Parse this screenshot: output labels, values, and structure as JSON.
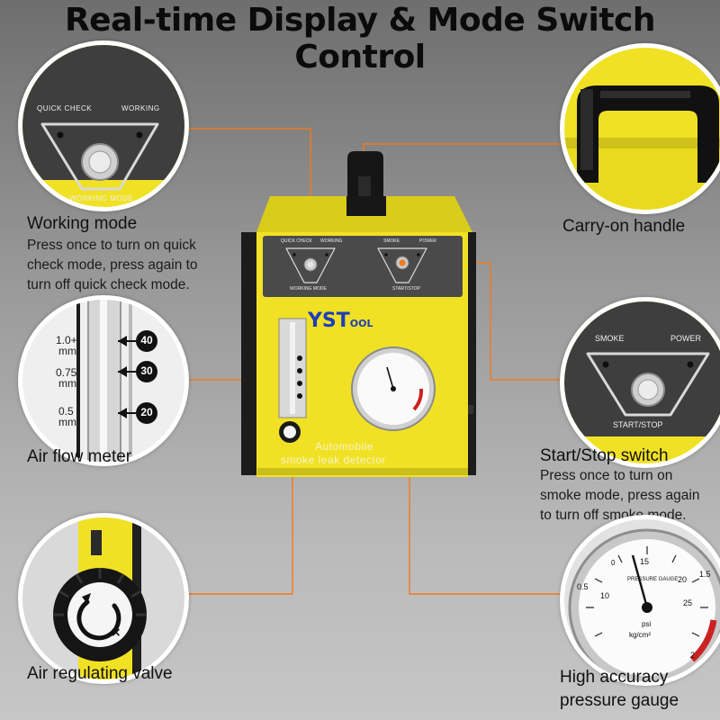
{
  "title": "Real-time Display & Mode Switch Control",
  "features": {
    "working_mode": {
      "title": "Working mode",
      "description": [
        "Press once to turn on quick",
        "check mode, press again to",
        "turn off quick check mode."
      ]
    },
    "air_flow_meter": {
      "title": "Air flow meter"
    },
    "air_regulating_valve": {
      "title": "Air regulating valve"
    },
    "carry_on_handle": {
      "title": "Carry-on handle"
    },
    "start_stop_switch": {
      "title": "Start/Stop switch",
      "description": [
        "Press once to turn on",
        "smoke mode, press again",
        "to turn off smoke mode."
      ]
    },
    "pressure_gauge": {
      "title": [
        "High accuracy",
        "pressure gauge"
      ]
    }
  },
  "panel_labels": {
    "quick_check": "QUICK CHECK",
    "working": "WORKING",
    "working_mode": "WORKING MODE",
    "smoke": "SMOKE",
    "power": "POWER",
    "start_stop": "START/STOP"
  },
  "flow_meter_labels": {
    "row1": {
      "unit": "1.0+",
      "mm": "mm",
      "value": "40"
    },
    "row2": {
      "unit": "0.75",
      "mm": "mm",
      "value": "30"
    },
    "row3": {
      "unit": "0.5",
      "mm": "mm",
      "value": "20"
    }
  },
  "device": {
    "brand_main": "YST",
    "brand_small": "OOL",
    "line1": "Automobile",
    "line2": "smoke leak detector"
  },
  "gauge": {
    "label": "PRESSURE GAUGE",
    "unit_psi": "psi",
    "unit_kg": "kg/cm²",
    "ticks": [
      "0",
      "0.5",
      "10",
      "15",
      "1.5",
      "20",
      "25",
      "2"
    ]
  },
  "colors": {
    "accent": "#f07a1e",
    "device_yellow": "#f1e125",
    "panel": "#4a4a4a",
    "handle": "#141414"
  }
}
